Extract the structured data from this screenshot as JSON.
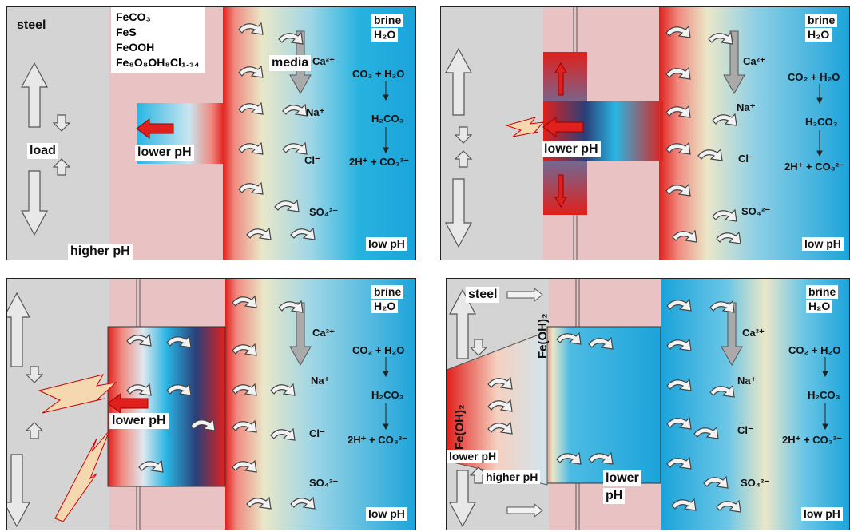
{
  "panel_a": {
    "steel": "steel",
    "media": "media",
    "load": "load",
    "lower_ph": "lower pH",
    "higher_ph": "higher pH",
    "brine": "brine",
    "h2o": "H₂O",
    "low_ph": "low pH",
    "ions": [
      "Ca²⁺",
      "Na⁺",
      "Cl⁻",
      "SO₄²⁻"
    ],
    "reactions": [
      "CO₂ + H₂O",
      "H₂CO₃",
      "2H⁺ + CO₃²⁻"
    ],
    "products": [
      "FeCO₃",
      "FeS",
      "FeOOH",
      "Fe₈O₈OH₈Cl₁.₃₄"
    ]
  },
  "panel_b": {
    "lower_ph": "lower pH",
    "brine": "brine",
    "h2o": "H₂O",
    "low_ph": "low pH",
    "ions": [
      "Ca²⁺",
      "Na⁺",
      "Cl⁻",
      "SO₄²⁻"
    ],
    "reactions": [
      "CO₂ + H₂O",
      "H₂CO₃",
      "2H⁺ + CO₃²⁻"
    ]
  },
  "panel_c": {
    "lower_ph": "lower pH",
    "brine": "brine",
    "h2o": "H₂O",
    "low_ph": "low pH",
    "ions": [
      "Ca²⁺",
      "Na⁺",
      "Cl⁻",
      "SO₄²⁻"
    ],
    "reactions": [
      "CO₂ + H₂O",
      "H₂CO₃",
      "2H⁺ + CO₃²⁻"
    ]
  },
  "panel_d": {
    "steel": "steel",
    "fe_oh2": "Fe(OH)₂",
    "lower_ph_left": "lower pH",
    "higher_ph": "higher pH",
    "lower_ph_line1": "lower",
    "lower_ph_line2": "pH",
    "brine": "brine",
    "h2o": "H₂O",
    "low_ph": "low pH",
    "ions": [
      "Ca²⁺",
      "Na⁺",
      "Cl⁻",
      "SO₄²⁻"
    ],
    "reactions": [
      "CO₂ + H₂O",
      "H₂CO₃",
      "2H⁺ + CO₃²⁻"
    ]
  },
  "colors": {
    "steel": "#d4d4d4",
    "layer": "#e9c3c3",
    "acid_red": "#e0201c",
    "brine_blue": "#1aa9de",
    "cream": "#eae7c8"
  }
}
